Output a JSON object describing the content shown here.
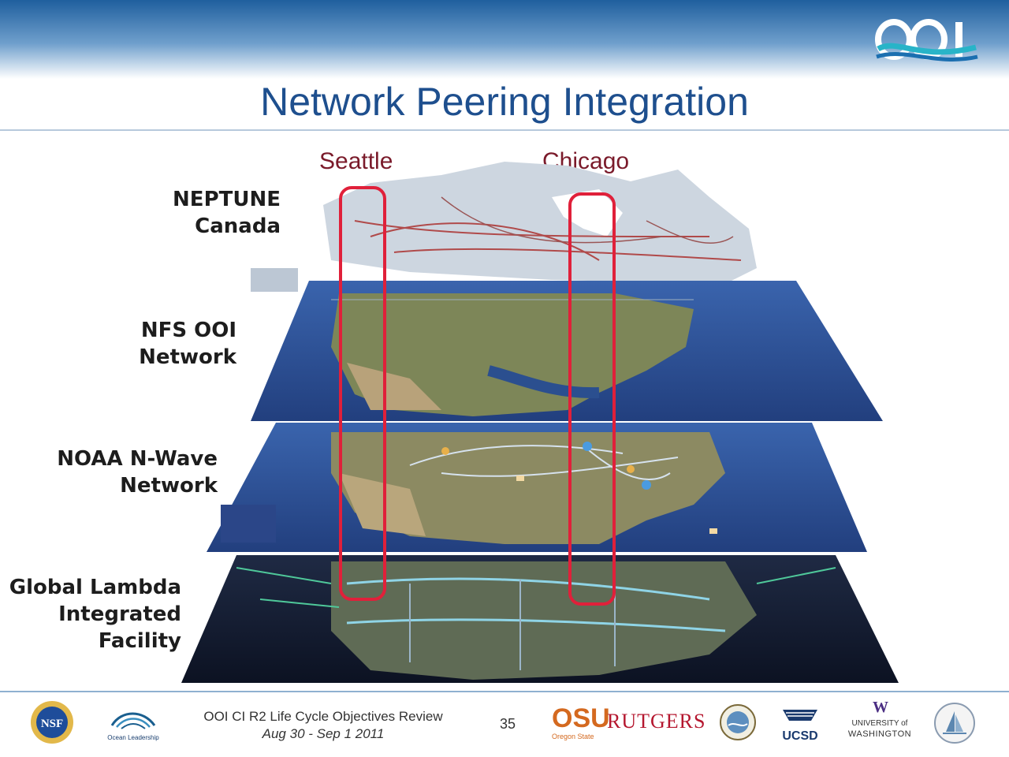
{
  "slide": {
    "title": "Network Peering Integration",
    "city_left": "Seattle",
    "city_right": "Chicago"
  },
  "layers": [
    {
      "line1": "NEPTUNE",
      "line2": "Canada",
      "line3": ""
    },
    {
      "line1": "NFS OOI",
      "line2": "Network",
      "line3": ""
    },
    {
      "line1": "NOAA N-Wave",
      "line2": "Network",
      "line3": ""
    },
    {
      "line1": "Global Lambda",
      "line2": "Integrated",
      "line3": "Facility"
    }
  ],
  "footer": {
    "review_title": "OOI CI R2 Life Cycle Objectives Review",
    "review_dates": "Aug 30 - Sep 1 2011",
    "page_number": "35"
  },
  "logos": {
    "ooi": "OOI",
    "nsf": "NSF",
    "ocean_leadership": "Ocean Leadership",
    "osu_main": "OSU",
    "osu_sub": "Oregon State",
    "rutgers": "RUTGERS",
    "ucsd": "UCSD",
    "uw_mark": "W",
    "uw_line1": "UNIVERSITY of",
    "uw_line2": "WASHINGTON"
  },
  "colors": {
    "title": "#1e4f8e",
    "city_label": "#7a1a2a",
    "highlight_box": "#e0203a",
    "ocean": "#2f57a0",
    "land": "#7f8a5a",
    "canada": "#c9d3de"
  },
  "icons": [
    "ooi-logo-icon",
    "nsf-seal-icon",
    "ocean-leadership-icon",
    "sio-seal-icon",
    "ucsd-icon",
    "whoi-seal-icon"
  ]
}
